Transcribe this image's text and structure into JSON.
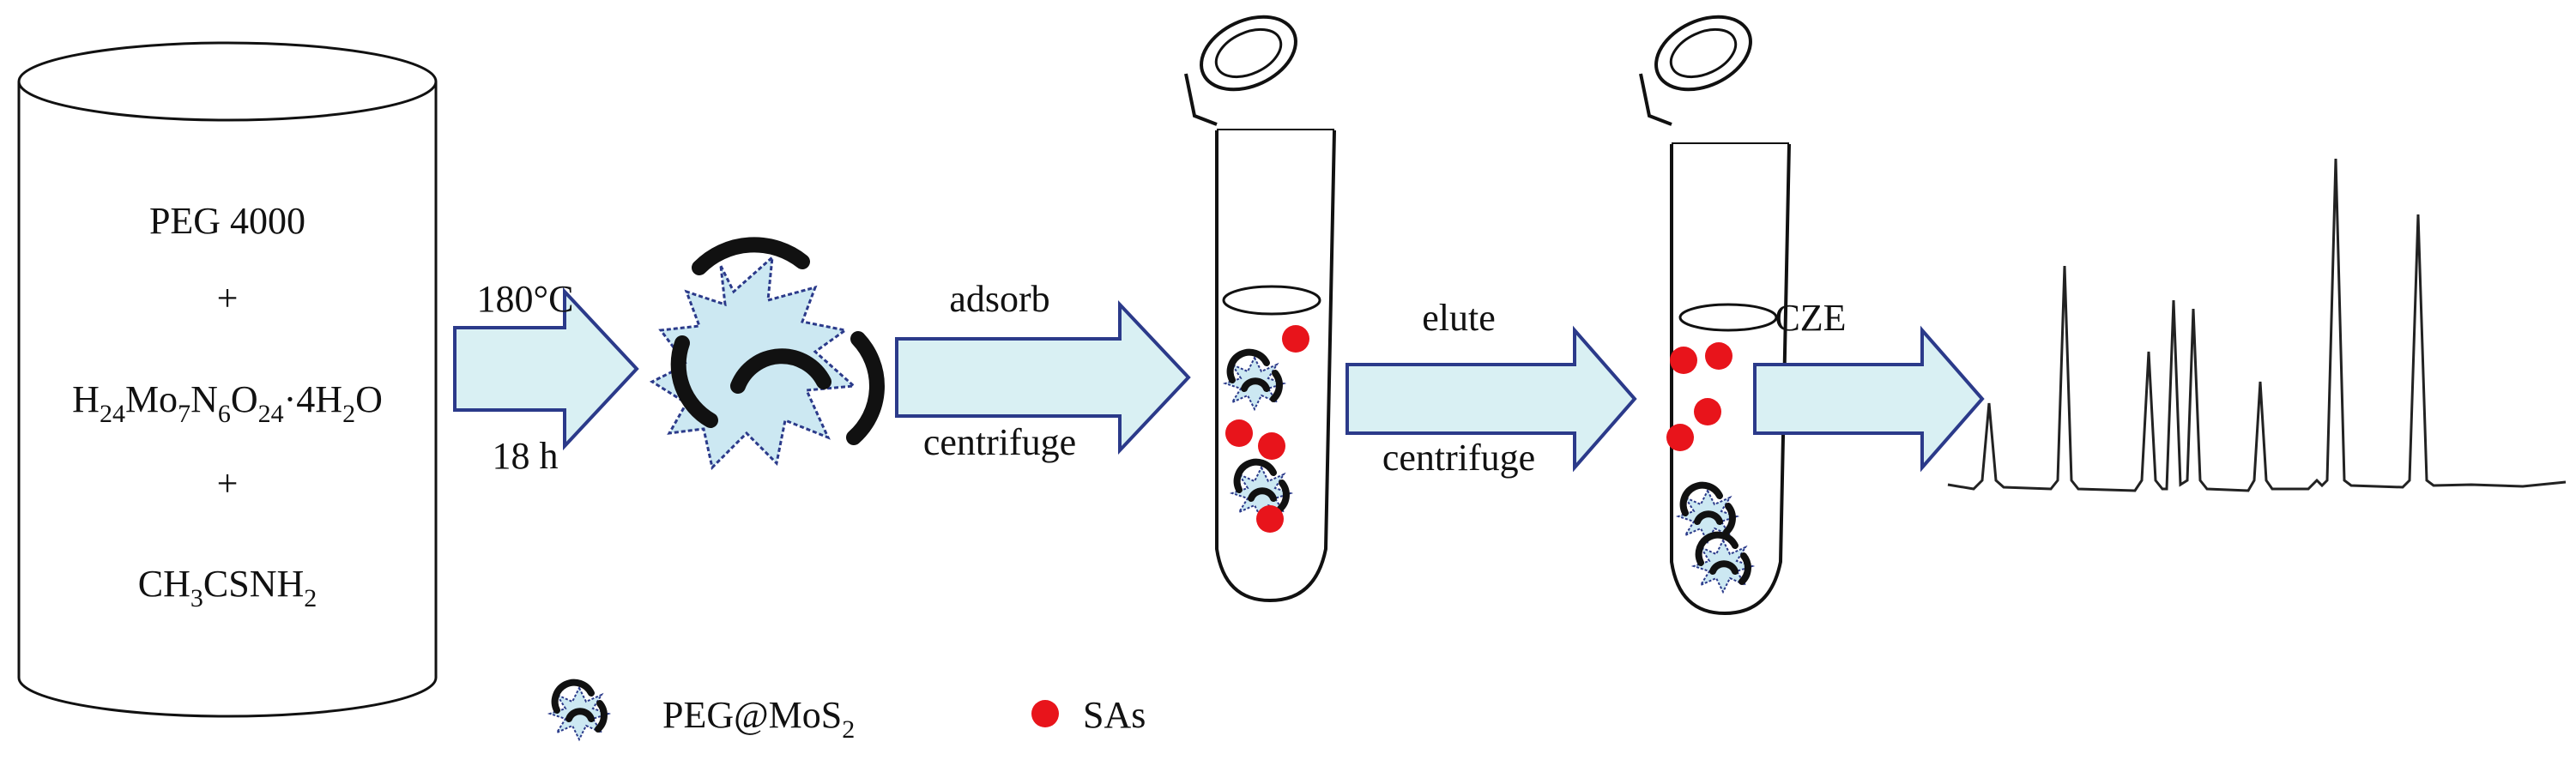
{
  "reactor": {
    "line1": "PEG 4000",
    "plus": "+",
    "mo": {
      "H": "H",
      "H_sub": "24",
      "Mo": "Mo",
      "Mo_sub": "7",
      "N": "N",
      "N_sub": "6",
      "O": "O",
      "O_sub": "24",
      "hydrate": "·4H",
      "hydrate_sub": "2",
      "hydrate_tail": "O"
    },
    "ch3": {
      "prefix": "CH",
      "prefix_sub": "3",
      "mid": "CSNH",
      "mid_sub": "2"
    }
  },
  "steps": {
    "synthesis": {
      "top": "180°C",
      "bottom": "18 h"
    },
    "adsorb": {
      "top": "adsorb",
      "bottom": "centrifuge"
    },
    "elute": {
      "top": "elute",
      "bottom": "centrifuge"
    },
    "cze": {
      "top": "CZE"
    }
  },
  "legend": {
    "material": {
      "base": "PEG@MoS",
      "sub": "2"
    },
    "analyte": "SAs"
  },
  "colors": {
    "arrow_fill": "#d9f0f3",
    "arrow_stroke": "#2b3a8a",
    "sas_red": "#e8141b",
    "star_fill": "#cce8f2",
    "line": "#111111"
  }
}
